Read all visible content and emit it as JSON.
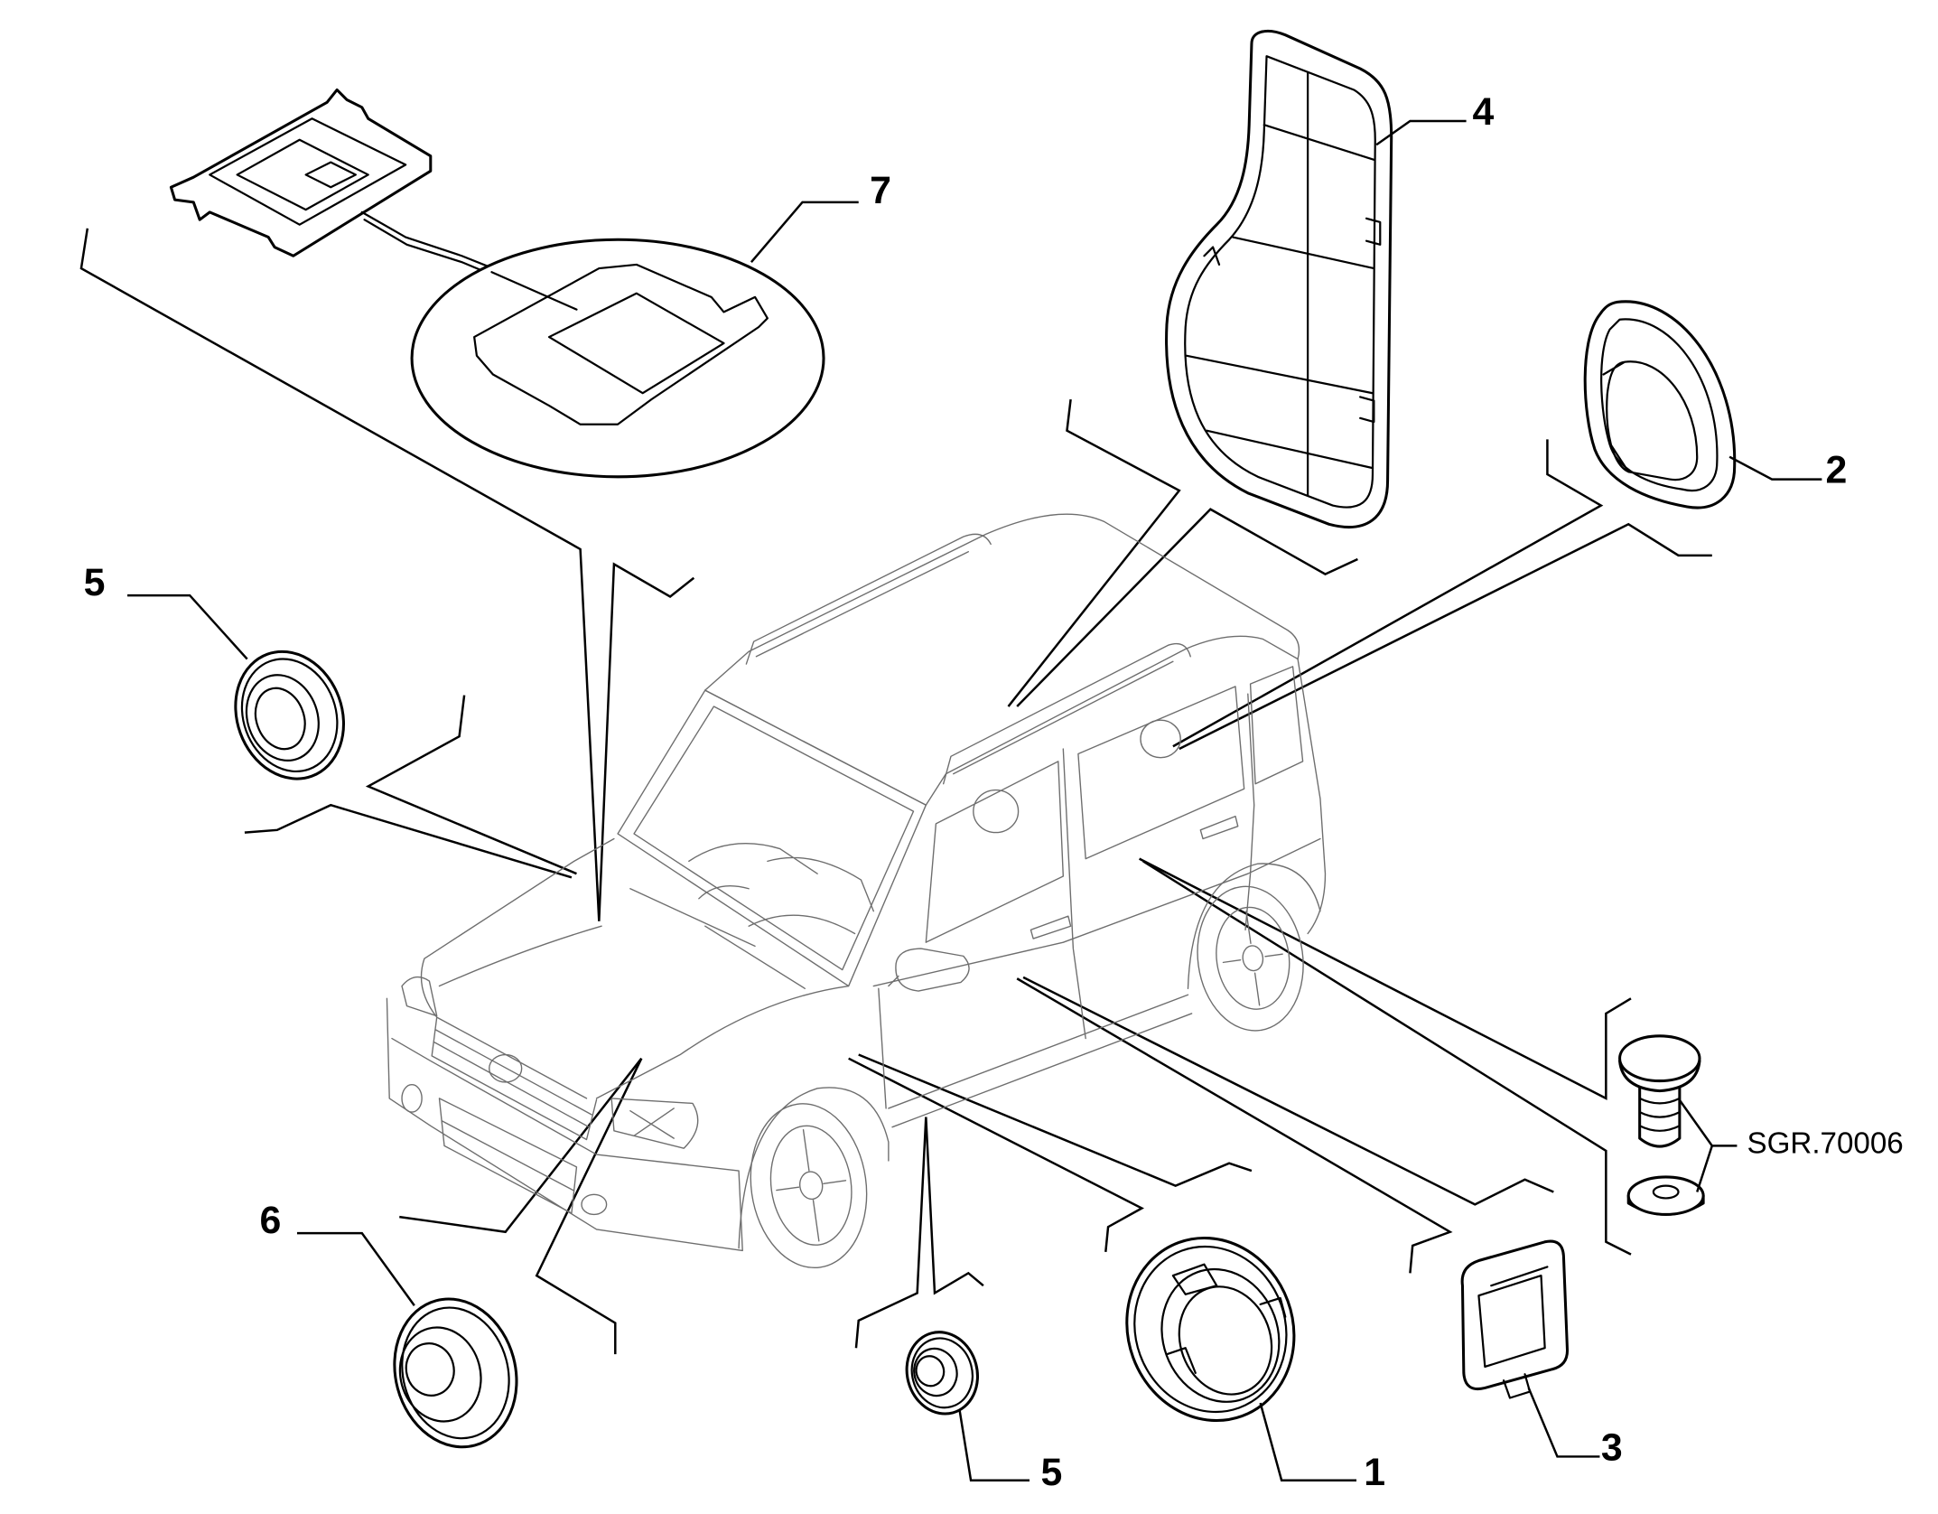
{
  "callouts": [
    "7",
    "4",
    "2",
    "5",
    "6",
    "5",
    "1",
    "3"
  ],
  "reference_code": "SGR.70006",
  "colors": {
    "background": "#ffffff",
    "part_line": "#000000",
    "car_line": "#6e6e6e",
    "label": "#000000"
  }
}
